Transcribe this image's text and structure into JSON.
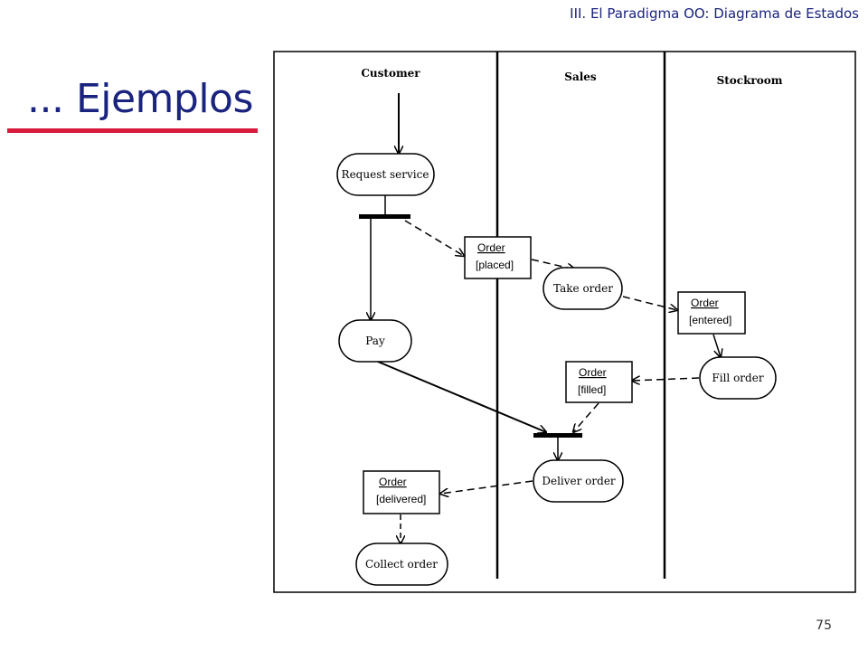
{
  "header": {
    "section_title": "III. El Paradigma OO: Diagrama de Estados"
  },
  "slide": {
    "title": "... Ejemplos",
    "page_number": "75"
  },
  "diagram": {
    "swimlanes": [
      "Customer",
      "Sales",
      "Stockroom"
    ],
    "activities": {
      "request_service": "Request service",
      "pay": "Pay",
      "take_order": "Take order",
      "fill_order": "Fill order",
      "deliver_order": "Deliver order",
      "collect_order": "Collect order"
    },
    "objects": {
      "placed": {
        "name": "Order",
        "state": "[placed]"
      },
      "entered": {
        "name": "Order",
        "state": "[entered]"
      },
      "filled": {
        "name": "Order",
        "state": "[filled]"
      },
      "delivered": {
        "name": "Order",
        "state": "[delivered]"
      }
    }
  }
}
